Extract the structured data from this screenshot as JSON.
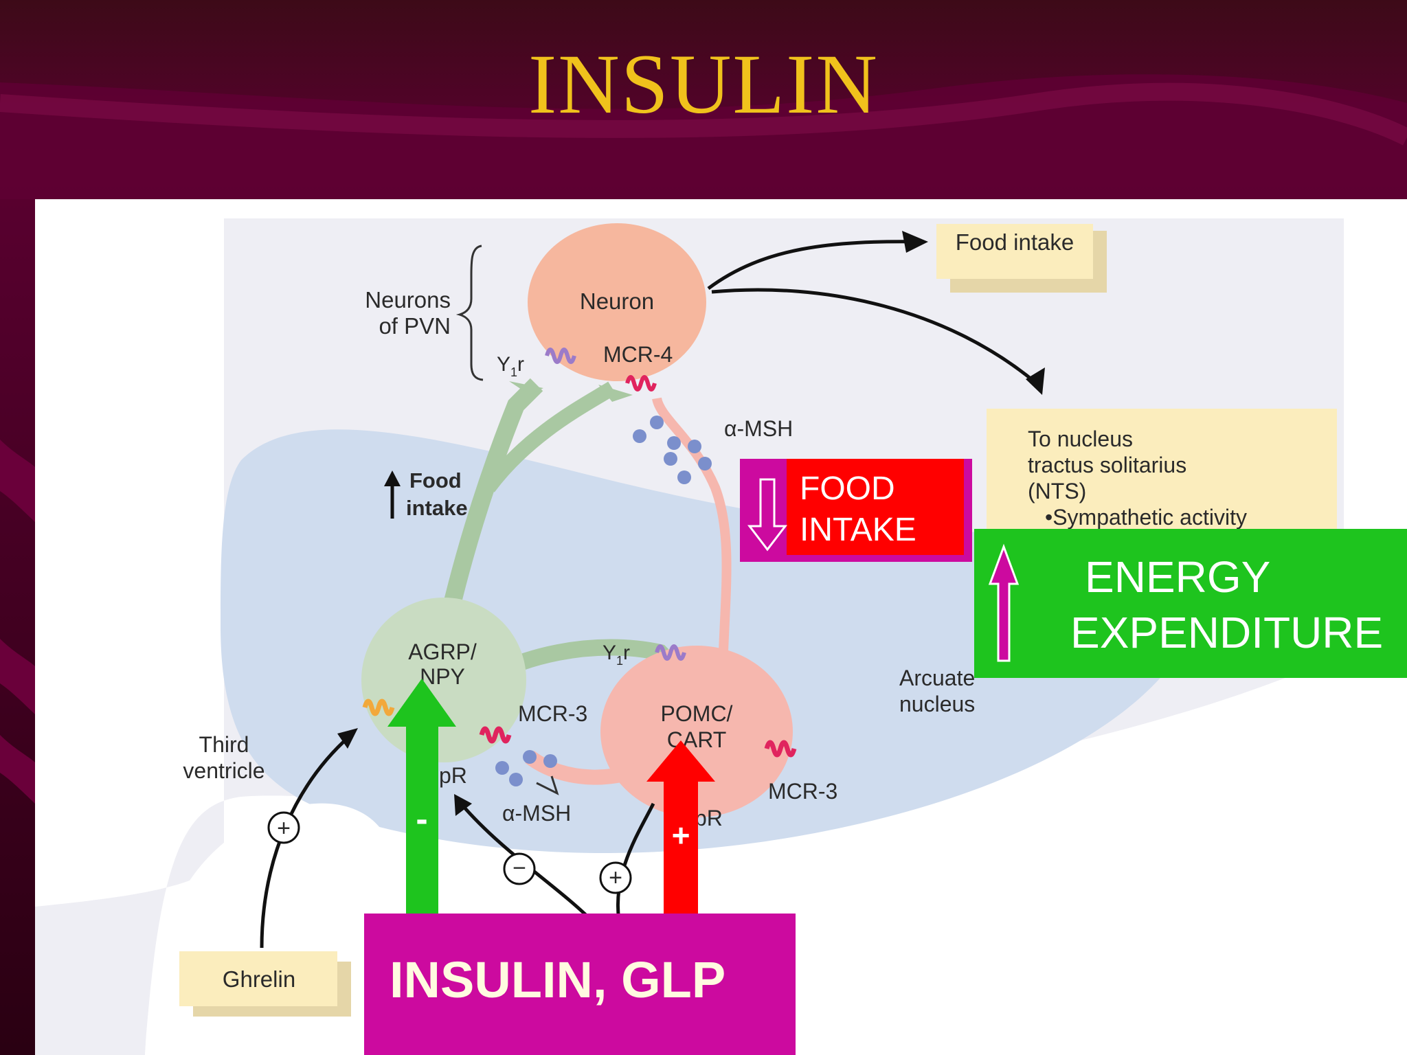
{
  "slide": {
    "title": "INSULIN",
    "colors": {
      "title": "#f0c21c",
      "bg": "#3a0018",
      "magenta": "#cc0a9f",
      "green": "#1ec41e",
      "red": "#ff0000"
    }
  },
  "diagram": {
    "pvn_group_label": [
      "Neurons",
      "of PVN"
    ],
    "neuron_label": "Neuron",
    "y1r_label": "Y",
    "y1r_sub": "1",
    "y1r_suffix": "r",
    "mcr4_label": "MCR-4",
    "amsh_top": "α-MSH",
    "food_intake_box": "Food intake",
    "nts_lines": [
      "To nucleus",
      "tractus solitarius",
      "(NTS)",
      "•Sympathetic activity"
    ],
    "food_intake_up": [
      "Food",
      "intake"
    ],
    "agrp_label": [
      "AGRP/",
      "NPY"
    ],
    "pomc_label": [
      "POMC/",
      "CART"
    ],
    "mcr3_left": "MCR-3",
    "mcr3_right": "MCR-3",
    "amsh_bottom": "α-MSH",
    "pr_left": "pR",
    "pr_right": "pR",
    "arcuate_label": [
      "Arcuate",
      "nucleus"
    ],
    "third_ventricle": [
      "Third",
      "ventricle"
    ],
    "ghrelin_label": "Ghrelin",
    "plus_sign": "+",
    "minus_sign": "−"
  },
  "overlays": {
    "food_intake_down": [
      "FOOD",
      "INTAKE"
    ],
    "energy_expenditure": [
      "ENERGY",
      "EXPENDITURE"
    ],
    "insulin_glp": "INSULIN, GLP",
    "green_arrow_sign": "-",
    "red_arrow_sign": "+"
  }
}
